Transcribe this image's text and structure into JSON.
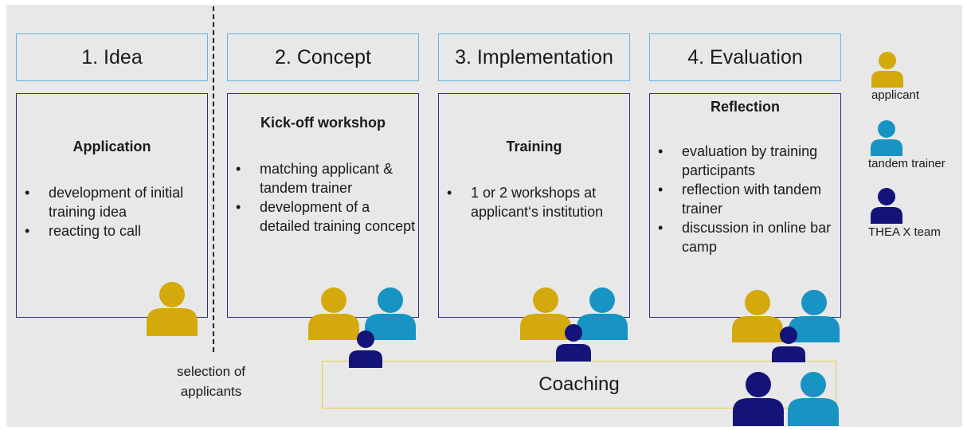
{
  "phases": [
    {
      "label": "1. Idea"
    },
    {
      "label": "2. Concept"
    },
    {
      "label": "3. Implementation"
    },
    {
      "label": "4. Evaluation"
    }
  ],
  "content": [
    {
      "title": "Application",
      "bullets": [
        "development of initial training idea",
        "reacting to call"
      ]
    },
    {
      "title": "Kick-off workshop",
      "bullets": [
        "matching applicant & tandem trainer",
        "development of a detailed training concept"
      ]
    },
    {
      "title": "Training",
      "bullets": [
        "1 or 2 workshops at applicant‘s institution"
      ]
    },
    {
      "title": "Reflection",
      "bullets": [
        "evaluation by training participants",
        "reflection with tandem trainer",
        "discussion in online bar camp"
      ]
    }
  ],
  "selection_label": "selection of applicants",
  "coaching_label": "Coaching",
  "legend": [
    {
      "label": "applicant",
      "color": "#d4a90c",
      "icon": "applicant-icon"
    },
    {
      "label": "tandem trainer",
      "color": "#1793c4",
      "icon": "tandem-trainer-icon"
    },
    {
      "label": "THEA X team",
      "color": "#14137a",
      "icon": "thea-x-team-icon"
    }
  ],
  "colors": {
    "applicant": "#d4a90c",
    "tandem_trainer": "#1793c4",
    "thea_x_team": "#14137a",
    "phase_border": "#5fb7e0",
    "content_border": "#2b2f86",
    "coaching_border": "#e4cf3a"
  }
}
